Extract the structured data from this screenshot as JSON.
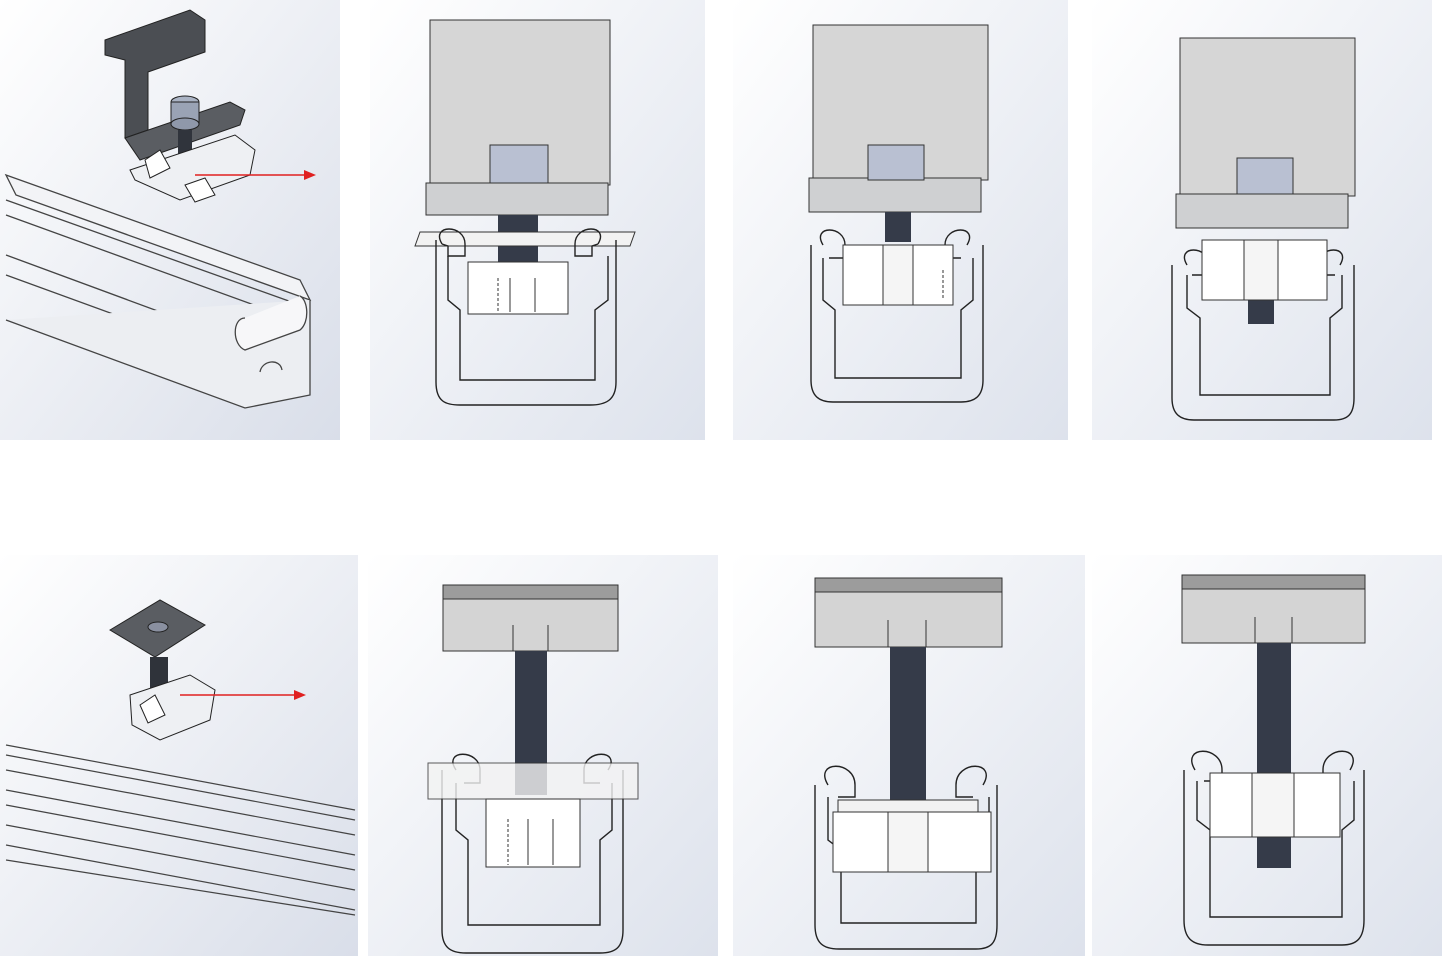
{
  "figure": {
    "description_free": true,
    "colors": {
      "panel_bg_light": "#ffffff",
      "panel_bg_dark": "#d8dde8",
      "outline": "#222222",
      "grey_block": "#d3d3d3",
      "dark_clamp": "#4a4d52",
      "bolt": "#3b4150",
      "bolt_head": "#b8bfd0",
      "arrow": "#e02020"
    },
    "rows": [
      {
        "name": "end-clamp-row",
        "panels": [
          "iso-end-clamp",
          "end-clamp-stage-1",
          "end-clamp-stage-2",
          "end-clamp-stage-3"
        ]
      },
      {
        "name": "mid-clamp-row",
        "panels": [
          "iso-mid-clamp",
          "mid-clamp-stage-1",
          "mid-clamp-stage-2",
          "mid-clamp-stage-3"
        ]
      }
    ]
  }
}
